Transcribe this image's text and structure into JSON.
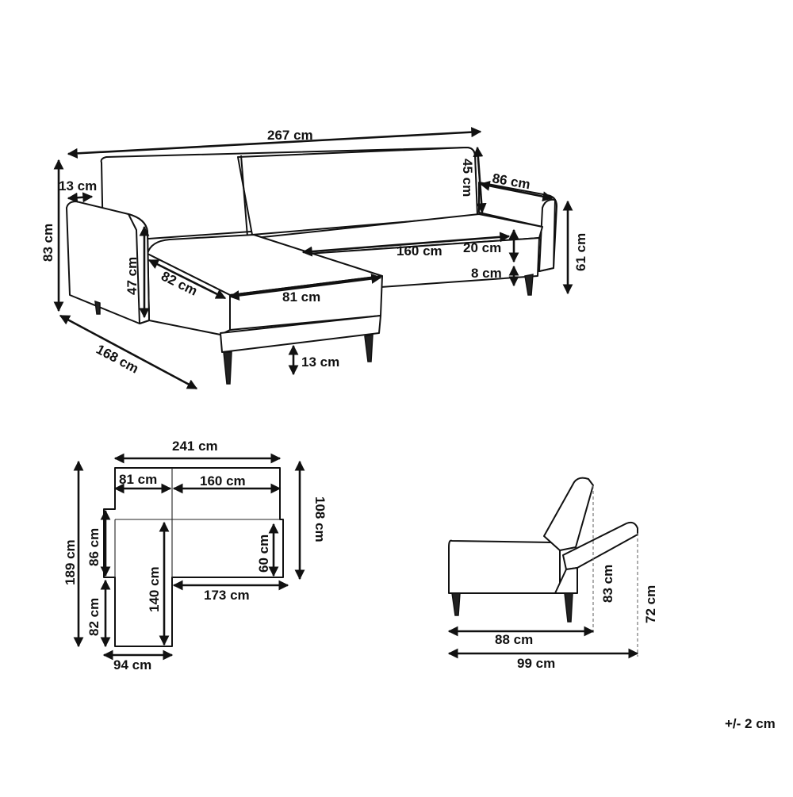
{
  "perspective_view": {
    "total_width": "267 cm",
    "armrest_width": "13 cm",
    "total_height": "83 cm",
    "backrest_height": "45 cm",
    "side_depth": "86 cm",
    "side_height": "61 cm",
    "chaise_armrest_height": "47 cm",
    "chaise_depth": "82 cm",
    "chaise_width": "81 cm",
    "seat_length": "160 cm",
    "seat_height": "20 cm",
    "frame_height": "8 cm",
    "leg_height": "13 cm",
    "total_depth": "168 cm"
  },
  "top_view": {
    "total_width": "241 cm",
    "chaise_width": "81 cm",
    "sofa_width": "160 cm",
    "total_length": "189 cm",
    "back_depth": "86 cm",
    "chaise_extension": "82 cm",
    "seat_length": "140 cm",
    "seat_depth": "60 cm",
    "right_depth": "108 cm",
    "bottom_width": "173 cm",
    "chaise_outer_width": "94 cm"
  },
  "side_view": {
    "sofa_depth": "88 cm",
    "bed_depth": "99 cm",
    "back_height": "83 cm",
    "bed_height": "72 cm"
  },
  "tolerance": "+/- 2 cm"
}
